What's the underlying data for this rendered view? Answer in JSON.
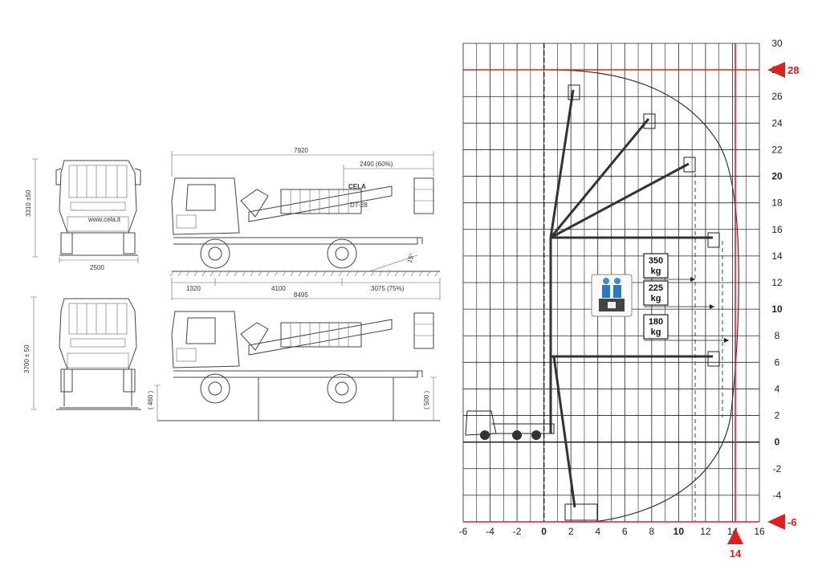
{
  "views": {
    "front_top_height": "3310 ±50",
    "front_top_width": "2500",
    "front_top_url": "www.cela.it",
    "front_bottom_height": "3700 ± 50",
    "side_overall_length": "7920",
    "side_jib_reach": "2490 (60%)",
    "side_angle": "15°",
    "side_wheelbase_front": "1320",
    "side_wheelbase": "4100",
    "side_rear_overhang": "3075 (75%)",
    "side_total": "8495",
    "side_brand": "CELA",
    "side_model": "DT-28",
    "outrigger_left": "( 460 )",
    "outrigger_right": "( 500 )"
  },
  "diagram": {
    "x_ticks": [
      "-6",
      "-4",
      "-2",
      "0",
      "2",
      "4",
      "6",
      "8",
      "10",
      "12",
      "14",
      "16"
    ],
    "y_ticks": [
      "30",
      "28",
      "26",
      "24",
      "22",
      "20",
      "18",
      "16",
      "14",
      "12",
      "10",
      "8",
      "6",
      "4",
      "2",
      "0",
      "-2",
      "-4",
      "-6"
    ],
    "bold_x": [
      "0",
      "10"
    ],
    "bold_y": [
      "20",
      "10",
      "0"
    ],
    "max_height_label": "28",
    "min_depth_label": "-6",
    "max_outreach_label": "14",
    "loads": [
      {
        "value": "350",
        "unit": "kg"
      },
      {
        "value": "225",
        "unit": "kg"
      },
      {
        "value": "180",
        "unit": "kg"
      }
    ],
    "colors": {
      "limit": "#e02020",
      "grid": "#222222"
    }
  }
}
